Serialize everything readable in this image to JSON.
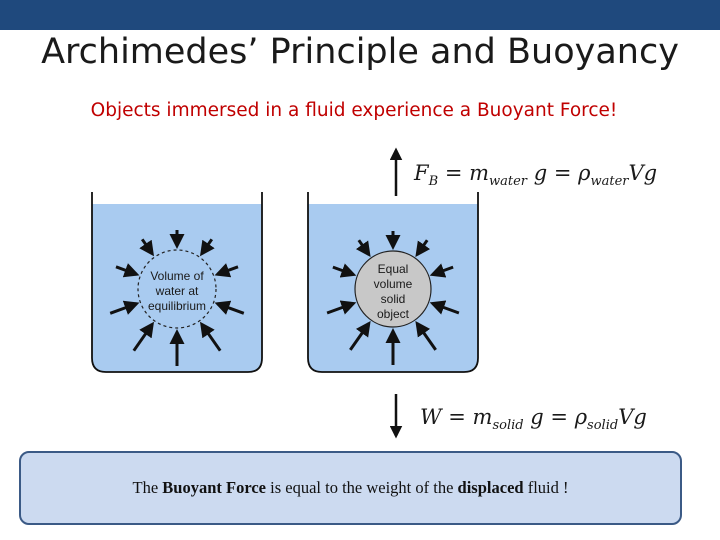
{
  "title": "Archimedes’ Principle and Buoyancy",
  "subtitle": "Objects immersed in a fluid experience a Buoyant Force!",
  "left_container": {
    "label_lines": [
      "Volume of",
      "water at",
      "equilibrium"
    ]
  },
  "right_container": {
    "label_lines": [
      "Equal",
      "volume",
      "solid",
      "object"
    ]
  },
  "buoyant_equation": {
    "f": "F",
    "f_sub": "B",
    "eq1": " = ",
    "m": "m",
    "m_sub": "water",
    "g1": " g = ",
    "rho": "ρ",
    "rho_sub": "water",
    "vg": "Vg"
  },
  "weight_equation": {
    "w": "W",
    "eq1": " = ",
    "m": "m",
    "m_sub": "solid",
    "g1": " g = ",
    "rho": "ρ",
    "rho_sub": "solid",
    "vg": "Vg"
  },
  "caption": {
    "part1": "The ",
    "bold1": "Buoyant Force",
    "part2": " is equal to the weight of the ",
    "bold2": "displaced",
    "part3": " fluid !"
  },
  "colors": {
    "topbar": "#1f497d",
    "subtitle": "#c00000",
    "water": "#a9cbf0",
    "caption_fill": "#ccdaf0",
    "caption_border": "#3b5a86"
  }
}
